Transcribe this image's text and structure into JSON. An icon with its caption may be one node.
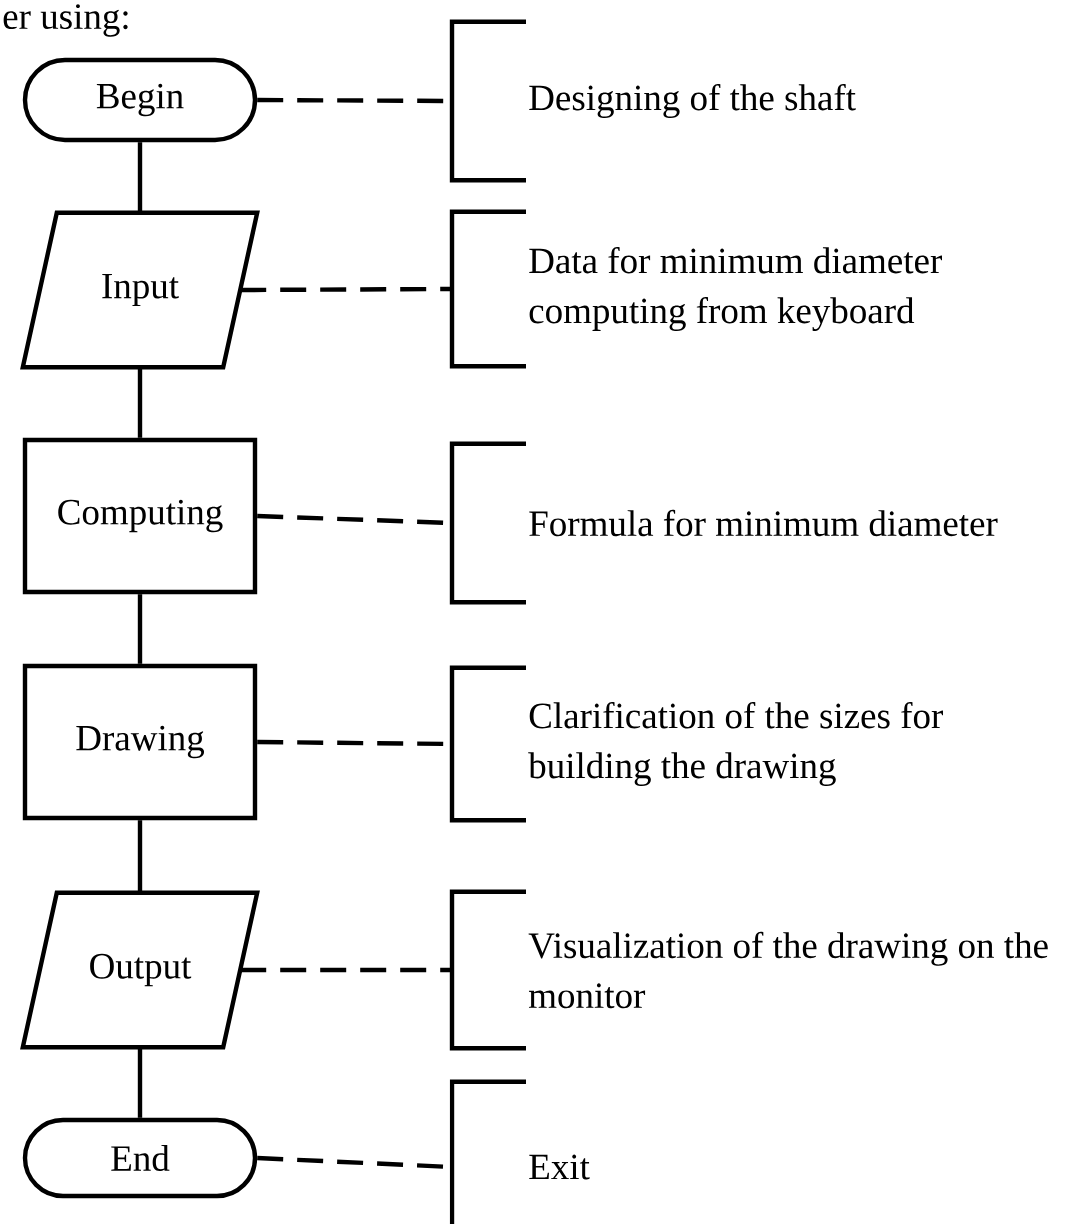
{
  "diagram": {
    "nodes": [
      {
        "text": [
          "Begin"
        ]
      },
      {
        "text": [
          "Input"
        ]
      },
      {
        "text": [
          "Computing"
        ]
      },
      {
        "text": [
          "Drawing"
        ]
      },
      {
        "text": [
          "Output"
        ]
      },
      {
        "text": [
          "End"
        ]
      },
      {
        "text": [
          "Designing  of the shaft"
        ]
      },
      {
        "text": [
          "Data for minimum diameter computing from keyboard"
        ]
      },
      {
        "text": [
          "Formula for minimum diameter"
        ]
      },
      {
        "text": [
          "Clarification of the sizes for building the drawing"
        ]
      },
      {
        "text": [
          "Visualization of the drawing on the monitor"
        ]
      },
      {
        "text": [
          "Exit"
        ]
      }
    ],
    "edges": [
      {
        "from": 0,
        "to": 1,
        "arrow": "none"
      },
      {
        "from": 1,
        "to": 2,
        "arrow": "none"
      },
      {
        "from": 2,
        "to": 3,
        "arrow": "none"
      },
      {
        "from": 3,
        "to": 4,
        "arrow": "none"
      },
      {
        "from": 4,
        "to": 5,
        "arrow": "none"
      },
      {
        "from": 0,
        "to": 6,
        "arrow": "none",
        "style": "dashed"
      },
      {
        "from": 1,
        "to": 7,
        "arrow": "none",
        "style": "dashed"
      },
      {
        "from": 2,
        "to": 8,
        "arrow": "none",
        "style": "dashed"
      },
      {
        "from": 3,
        "to": 9,
        "arrow": "none",
        "style": "dashed"
      },
      {
        "from": 4,
        "to": 10,
        "arrow": "none",
        "style": "dashed"
      },
      {
        "from": 5,
        "to": 11,
        "arrow": "none",
        "style": "dashed"
      }
    ],
    "labels": [
      "er using:"
    ]
  }
}
